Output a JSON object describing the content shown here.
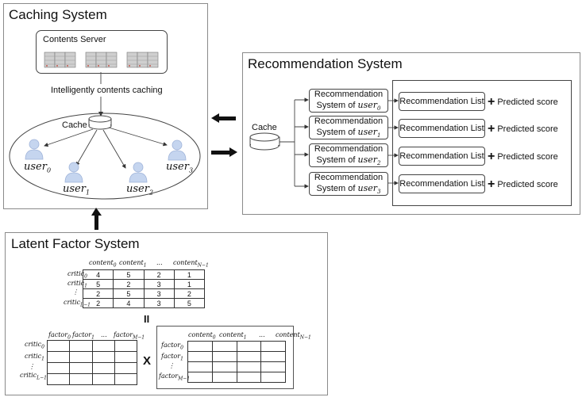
{
  "caching": {
    "title": "Caching System",
    "server_label": "Contents Server",
    "arrow_label": "Intelligently contents caching",
    "cache_label": "Cache",
    "users": [
      {
        "base": "user",
        "sub": "0"
      },
      {
        "base": "user",
        "sub": "1"
      },
      {
        "base": "user",
        "sub": "2"
      },
      {
        "base": "user",
        "sub": "3"
      }
    ]
  },
  "recommendation": {
    "title": "Recommendation System",
    "cache_label": "Cache",
    "subsystems": [
      {
        "line1": "Recommendation",
        "line2": "System of",
        "user": "user",
        "sub": "0"
      },
      {
        "line1": "Recommendation",
        "line2": "System of",
        "user": "user",
        "sub": "1"
      },
      {
        "line1": "Recommendation",
        "line2": "System of",
        "user": "user",
        "sub": "2"
      },
      {
        "line1": "Recommendation",
        "line2": "System of",
        "user": "user",
        "sub": "3"
      }
    ],
    "list_label": "Recommendation List",
    "plus": "+",
    "score_label": "Predicted score"
  },
  "latent": {
    "title": "Latent Factor System",
    "rating_matrix": {
      "col_headers": [
        {
          "base": "content",
          "sub": "0"
        },
        {
          "base": "content",
          "sub": "1"
        },
        {
          "base": "...",
          "sub": ""
        },
        {
          "base": "content",
          "sub": "N−1"
        }
      ],
      "row_headers": [
        {
          "base": "critic",
          "sub": "0"
        },
        {
          "base": "critic",
          "sub": "1"
        },
        {
          "base": "⋮",
          "sub": ""
        },
        {
          "base": "critic",
          "sub": "L−1"
        }
      ],
      "rows": [
        [
          "4",
          "5",
          "2",
          "1"
        ],
        [
          "5",
          "2",
          "3",
          "1"
        ],
        [
          "2",
          "5",
          "3",
          "2"
        ],
        [
          "2",
          "4",
          "3",
          "5"
        ]
      ]
    },
    "equals": "II",
    "times": "X",
    "critic_factor_matrix": {
      "col_headers": [
        {
          "base": "factor",
          "sub": "0"
        },
        {
          "base": "factor",
          "sub": "1"
        },
        {
          "base": "...",
          "sub": ""
        },
        {
          "base": "factor",
          "sub": "M−1"
        }
      ],
      "row_headers": [
        {
          "base": "critic",
          "sub": "0"
        },
        {
          "base": "critic",
          "sub": "1"
        },
        {
          "base": "⋮",
          "sub": ""
        },
        {
          "base": "critic",
          "sub": "L−1"
        }
      ]
    },
    "factor_content_matrix": {
      "col_headers": [
        {
          "base": "content",
          "sub": "0"
        },
        {
          "base": "content",
          "sub": "1"
        },
        {
          "base": "...",
          "sub": ""
        },
        {
          "base": "content",
          "sub": "N−1"
        }
      ],
      "row_headers": [
        {
          "base": "factor",
          "sub": "0"
        },
        {
          "base": "factor",
          "sub": "1"
        },
        {
          "base": "⋮",
          "sub": ""
        },
        {
          "base": "factor",
          "sub": "M−1"
        }
      ]
    }
  }
}
